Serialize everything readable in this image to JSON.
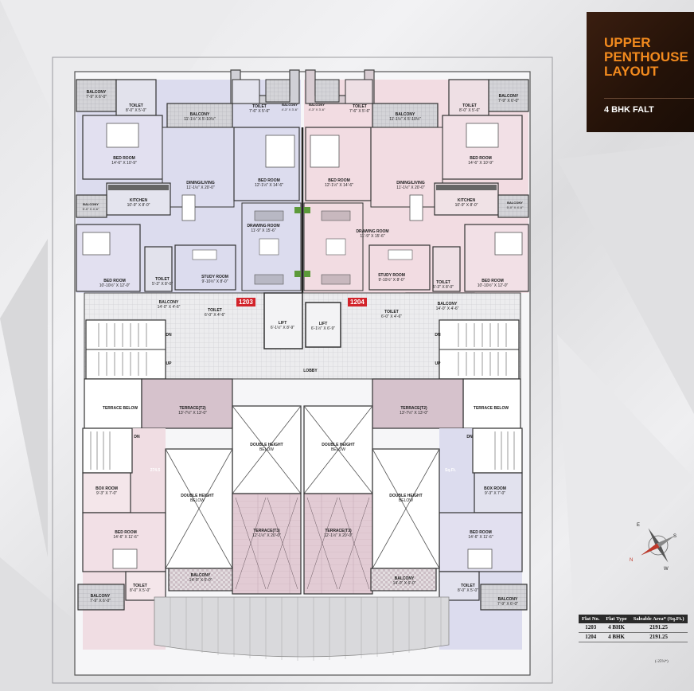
{
  "title": {
    "line1": "UPPER",
    "line2": "PENTHOUSE",
    "line3": "LAYOUT",
    "subtitle": "4 BHK FALT"
  },
  "flat_tags": {
    "left": "1203",
    "right": "1204"
  },
  "rooms": {
    "balcony_tl": {
      "name": "BALCONY",
      "dim": "7'-9\" X 6'-0\""
    },
    "toilet_tl": {
      "name": "TOILET",
      "dim": "8'-0\" X 5'-0\""
    },
    "balcony_top_l": {
      "name": "BALCONY",
      "dim": "11'-1½\" X 5'-10½\""
    },
    "toilet_top_cl": {
      "name": "TOILET",
      "dim": "7'-6\" X 5'-6\""
    },
    "balcony_small_l": {
      "name": "BALCONY",
      "dim": "4'-3\" X 3'-6\""
    },
    "balcony_small_r": {
      "name": "BALCONY",
      "dim": "4'-3\" X 3'-6\""
    },
    "toilet_top_cr": {
      "name": "TOILET",
      "dim": "7'-6\" X 5'-6\""
    },
    "balcony_top_r": {
      "name": "BALCONY",
      "dim": "11'-1½\" X 5'-10½\""
    },
    "toilet_tr": {
      "name": "TOILET",
      "dim": "8'-0\" X 5'-6\""
    },
    "balcony_tr": {
      "name": "BALCONY",
      "dim": "7'-9\" X 6'-0\""
    },
    "bed_tl": {
      "name": "BED ROOM",
      "dim": "14'-6\" X 10'-9\""
    },
    "bed_tr": {
      "name": "BED ROOM",
      "dim": "14'-6\" X 10'-9\""
    },
    "dining_l": {
      "name": "DINING/LIVING",
      "dim": "11'-1½\" X 20'-0\""
    },
    "dining_r": {
      "name": "DINING/LIVING",
      "dim": "11'-1½\" X 20'-0\""
    },
    "bed_cl": {
      "name": "BED ROOM",
      "dim": "12'-1½\" X 14'-6\""
    },
    "bed_cr": {
      "name": "BED ROOM",
      "dim": "12'-1½\" X 14'-6\""
    },
    "kitchen_l": {
      "name": "KITCHEN",
      "dim": "10'-9\" X 8'-0\""
    },
    "kitchen_r": {
      "name": "KITCHEN",
      "dim": "10'-9\" X 8'-0\""
    },
    "balcony_kl": {
      "name": "BALCONY",
      "dim": "5'-0\" X 4'-6\""
    },
    "balcony_kr": {
      "name": "BALCONY",
      "dim": "5'-0\" X 4'-6\""
    },
    "drawing_l": {
      "name": "DRAWING ROOM",
      "dim": "11'-9\" X 15'-6\""
    },
    "drawing_r": {
      "name": "DRAWING ROOM",
      "dim": "11'-9\" X 15'-6\""
    },
    "bed_ml": {
      "name": "BED ROOM",
      "dim": "10'-10½\" X 12'-0\""
    },
    "bed_mr": {
      "name": "BED ROOM",
      "dim": "10'-10½\" X 12'-0\""
    },
    "toilet_ml": {
      "name": "TOILET",
      "dim": "5'-3\" X 8'-0\""
    },
    "toilet_mr": {
      "name": "TOILET",
      "dim": "5'-3\" X 8'-0\""
    },
    "study_l": {
      "name": "STUDY ROOM",
      "dim": "9'-10½\" X 8'-0\""
    },
    "study_r": {
      "name": "STUDY ROOM",
      "dim": "9'-10½\" X 8'-0\""
    },
    "balcony_sl": {
      "name": "BALCONY",
      "dim": "14'-0\" X 4'-6\""
    },
    "balcony_sr": {
      "name": "BALCONY",
      "dim": "14'-0\" X 4'-6\""
    },
    "toilet_sl": {
      "name": "TOILET",
      "dim": "6'-0\" X 4'-6\""
    },
    "toilet_sr": {
      "name": "TOILET",
      "dim": "6'-0\" X 4'-6\""
    },
    "lift_1": {
      "name": "LIFT",
      "dim": "6'-1½\" X 8'-9\""
    },
    "lift_2": {
      "name": "LIFT",
      "dim": "6'-1½\" X 6'-9\""
    },
    "lobby": {
      "name": "LOBBY",
      "dim": ""
    },
    "terrace_below_l": {
      "name": "TERRACE BELOW",
      "dim": ""
    },
    "terrace_below_r": {
      "name": "TERRACE BELOW",
      "dim": ""
    },
    "terrace_t2_l": {
      "name": "TERRACE(T2)",
      "dim": "13'-7½\" X 13'-0\""
    },
    "terrace_t2_r": {
      "name": "TERRACE(T2)",
      "dim": "13'-7½\" X 13'-0\""
    },
    "dh_c_l": {
      "name": "DOUBLE HEIGHT",
      "dim": "BELOW"
    },
    "dh_c_r": {
      "name": "DOUBLE HEIGHT",
      "dim": "BELOW"
    },
    "dh_side_l": {
      "name": "DOUBLE HEIGHT",
      "dim": "BELOW"
    },
    "dh_side_r": {
      "name": "DOUBLE HEIGHT",
      "dim": "BELOW"
    },
    "box_l": {
      "name": "BOX ROOM",
      "dim": "9'-3\" X 7'-0\""
    },
    "box_r": {
      "name": "BOX ROOM",
      "dim": "9'-3\" X 7'-0\""
    },
    "bed_bl": {
      "name": "BED ROOM",
      "dim": "14'-6\" X 11'-6\""
    },
    "bed_br": {
      "name": "BED ROOM",
      "dim": "14'-6\" X 11'-6\""
    },
    "terrace_t3_l": {
      "name": "TERRACE(T3)",
      "dim": "12'-1½\" X 20'-0\""
    },
    "terrace_t3_r": {
      "name": "TERRACE(T3)",
      "dim": "12'-1½\" X 20'-0\""
    },
    "balcony_bcl": {
      "name": "BALCONY",
      "dim": "14'-0\" X 6'-0\""
    },
    "balcony_bcr": {
      "name": "BALCONY",
      "dim": "14'-0\" X 6'-0\""
    },
    "toilet_bl": {
      "name": "TOILET",
      "dim": "8'-0\" X 5'-0\""
    },
    "toilet_br": {
      "name": "TOILET",
      "dim": "8'-0\" X 5'-0\""
    },
    "balcony_bl": {
      "name": "BALCONY",
      "dim": "7'-9\" X 6'-0\""
    },
    "balcony_br": {
      "name": "BALCONY",
      "dim": "7'-9\" X 6'-0\""
    }
  },
  "stair_marks": {
    "dn": "DN",
    "up": "UP"
  },
  "area_marks": {
    "left": "274.5",
    "right": "Sq.Ft."
  },
  "compass": {
    "n": "N",
    "s": "S",
    "e": "E",
    "w": "W"
  },
  "table": {
    "headers": [
      "Flat No.",
      "Flat Type",
      "Saleable Area* (Sq.Ft.)"
    ],
    "rows": [
      [
        "1203",
        "4 BHK",
        "2191.25"
      ],
      [
        "1204",
        "4 BHK",
        "2191.25"
      ]
    ],
    "footnote": "(-25%*)"
  },
  "colors": {
    "flat_left_fill": "#dcdcee",
    "flat_right_fill": "#f2dce2",
    "terrace_fill": "#d6c2cc",
    "tile_fill": "#e8e8ea",
    "wall": "#3a3a3a",
    "title_accent": "#f28a1e",
    "flat_tag": "#d2232a"
  }
}
